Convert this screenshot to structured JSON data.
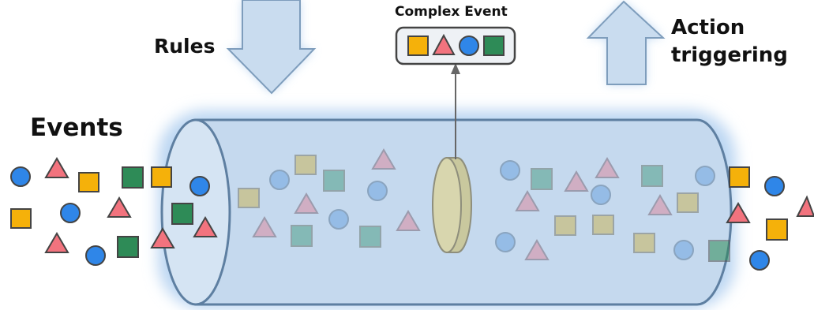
{
  "labels": {
    "events": "Events",
    "rules": "Rules",
    "complex_event": "Complex Event",
    "action_line1": "Action",
    "action_line2": "triggering"
  },
  "icons": [
    "square-icon",
    "triangle-icon",
    "circle-icon",
    "arrow-down-icon",
    "arrow-up-icon",
    "cylinder-icon",
    "filter-disc-icon"
  ],
  "colors": {
    "square_yellow": "#F5B10A",
    "square_green": "#2E8B57",
    "triangle_red": "#F2737E",
    "circle_blue": "#2F86E8",
    "pipe_fill": "#C5D9EE",
    "pipe_stroke": "#5E7FA1",
    "glow": "#BBD6F2",
    "arrow_fill": "#C9DCEF",
    "arrow_stroke": "#7E9DBC",
    "complex_box_fill": "#EEF1F5",
    "complex_box_stroke": "#444444"
  }
}
